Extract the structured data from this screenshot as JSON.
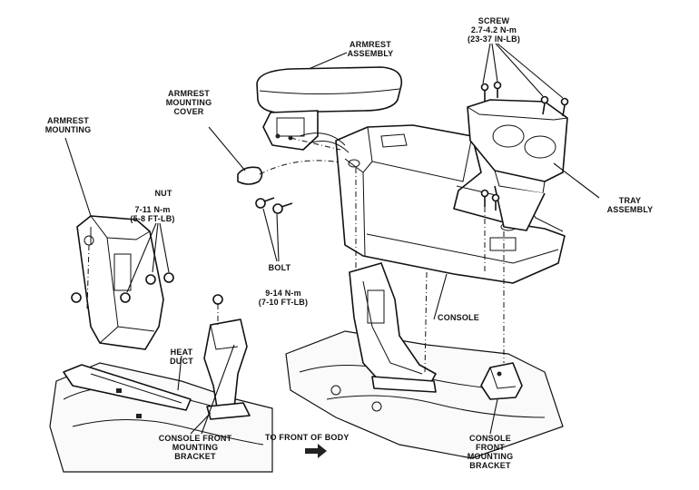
{
  "labels": {
    "screw": "SCREW\n2.7-4.2 N-m\n(23-37 IN-LB)",
    "armrest_assembly": "ARMREST\nASSEMBLY",
    "armrest_mounting_cover": "ARMREST\nMOUNTING\nCOVER",
    "armrest_mounting": "ARMREST\nMOUNTING",
    "nut": "NUT",
    "nut_torque": "7-11 N-m\n(5-8 FT-LB)",
    "tray_assembly": "TRAY\nASSEMBLY",
    "bolt": "BOLT",
    "bolt_torque": "9-14 N-m\n(7-10 FT-LB)",
    "console": "CONSOLE",
    "heat_duct": "HEAT\nDUCT",
    "console_front_mounting_bracket_left": "CONSOLE FRONT\nMOUNTING\nBRACKET",
    "to_front_of_body": "TO FRONT OF BODY",
    "console_front_mounting_bracket_right": "CONSOLE\nFRONT\nMOUNTING\nBRACKET"
  },
  "colors": {
    "ink": "#111111",
    "paper": "#ffffff"
  }
}
